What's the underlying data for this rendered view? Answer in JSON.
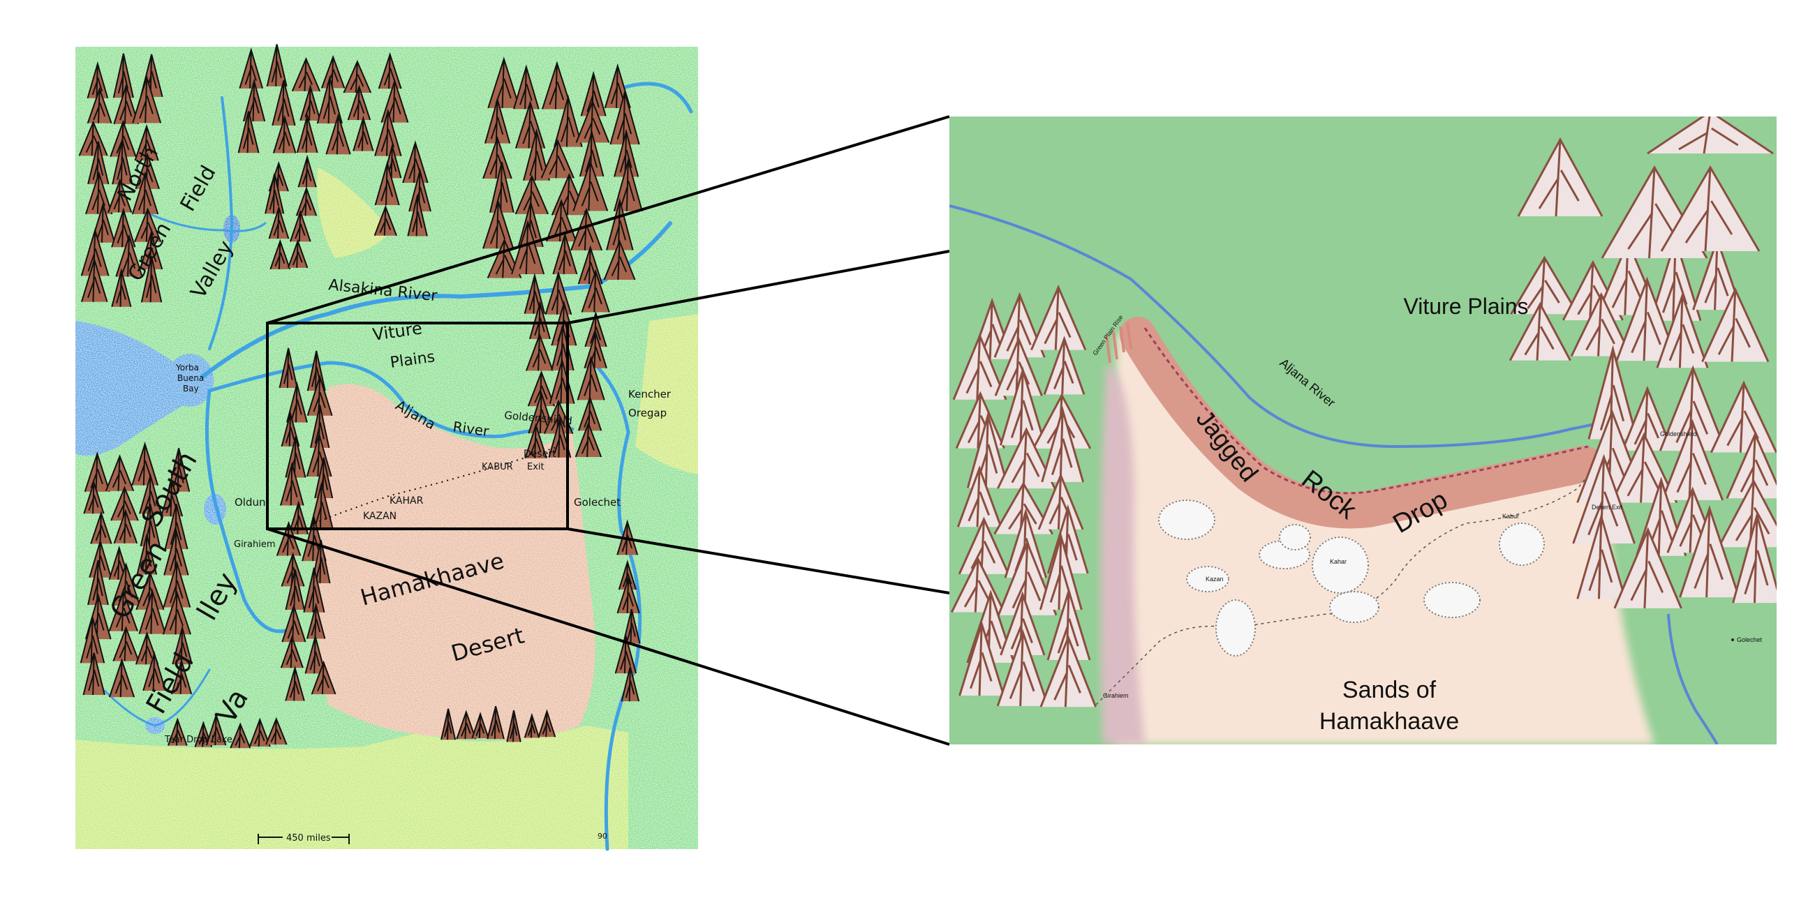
{
  "sketch_map": {
    "regions": {
      "north_valley": [
        "North",
        "Green",
        "Field",
        "Valley"
      ],
      "south_valley": [
        "South",
        "Green",
        "Field",
        "Va",
        "lley"
      ],
      "viture_plains": [
        "Viture",
        "Plains"
      ],
      "desert": [
        "Hamakhaave",
        "Desert"
      ]
    },
    "rivers": {
      "alsakina": "Alsakina River",
      "aljana": [
        "Aljana",
        "River"
      ]
    },
    "water": {
      "bay": [
        "Yorba",
        "Buena",
        "Bay"
      ],
      "lake": "Tear Drop Lake"
    },
    "places": {
      "goldenshield": "Goldenshield",
      "kencher": "Kencher",
      "oregap": "Oregap",
      "desert_exit": [
        "Desert",
        "Exit"
      ],
      "kabur": "KABUR",
      "kahar": "KAHAR",
      "kazan": "KAZAN",
      "oldun": "Oldun",
      "girahiem": "Girahiem",
      "golechet": "Golechet"
    },
    "scale": "450 miles",
    "corner_mark": "90"
  },
  "detail_map": {
    "regions": {
      "viture_plains": "Viture Plains",
      "jagged_rock_drop": [
        "Jagged",
        "Rock",
        "Drop"
      ],
      "sands": [
        "Sands of",
        "Hamakhaave"
      ],
      "green_plain_rise": "Green Plain Rise"
    },
    "river": "Aljana River",
    "places": {
      "goldenshield": "Goldenshield",
      "desert_exit": "Desert Exit",
      "kabur": "Kabur",
      "kahar": "Kahar",
      "kazan": "Kazan",
      "girahiem": "Girahiem",
      "golechet": "Golechet"
    }
  },
  "colors": {
    "grass_sketch": "#7fdf86",
    "lime_sketch": "#c6ea6a",
    "desert_sketch": "#e9b99c",
    "water": "#3fa2e6",
    "grass_detail": "#93cf96",
    "sand_detail": "#f8e4d6",
    "rock_drop": "#d99a8c",
    "mountain_brown": "#a5644c"
  }
}
